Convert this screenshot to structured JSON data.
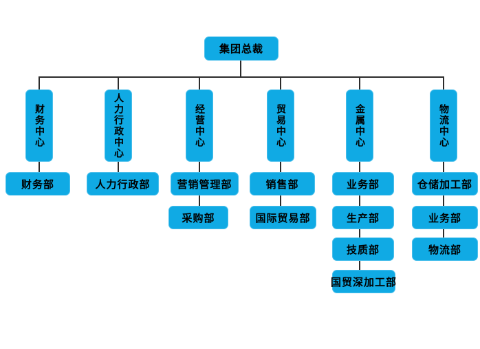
{
  "org": {
    "root": "集团总裁",
    "centers": [
      {
        "name": "财务中心",
        "departments": [
          "财务部"
        ]
      },
      {
        "name": "人力行政中心",
        "departments": [
          "人力行政部"
        ]
      },
      {
        "name": "经营中心",
        "departments": [
          "营销管理部",
          "采购部"
        ]
      },
      {
        "name": "贸易中心",
        "departments": [
          "销售部",
          "国际贸易部"
        ]
      },
      {
        "name": "金属中心",
        "departments": [
          "业务部",
          "生产部",
          "技质部",
          "国贸深加工部"
        ]
      },
      {
        "name": "物流中心",
        "departments": [
          "仓储加工部",
          "业务部",
          "物流部"
        ]
      }
    ]
  },
  "colors": {
    "node_fill": "#10aae4",
    "node_text": "#000000",
    "connector": "#2b2b2b",
    "background": "#ffffff"
  }
}
